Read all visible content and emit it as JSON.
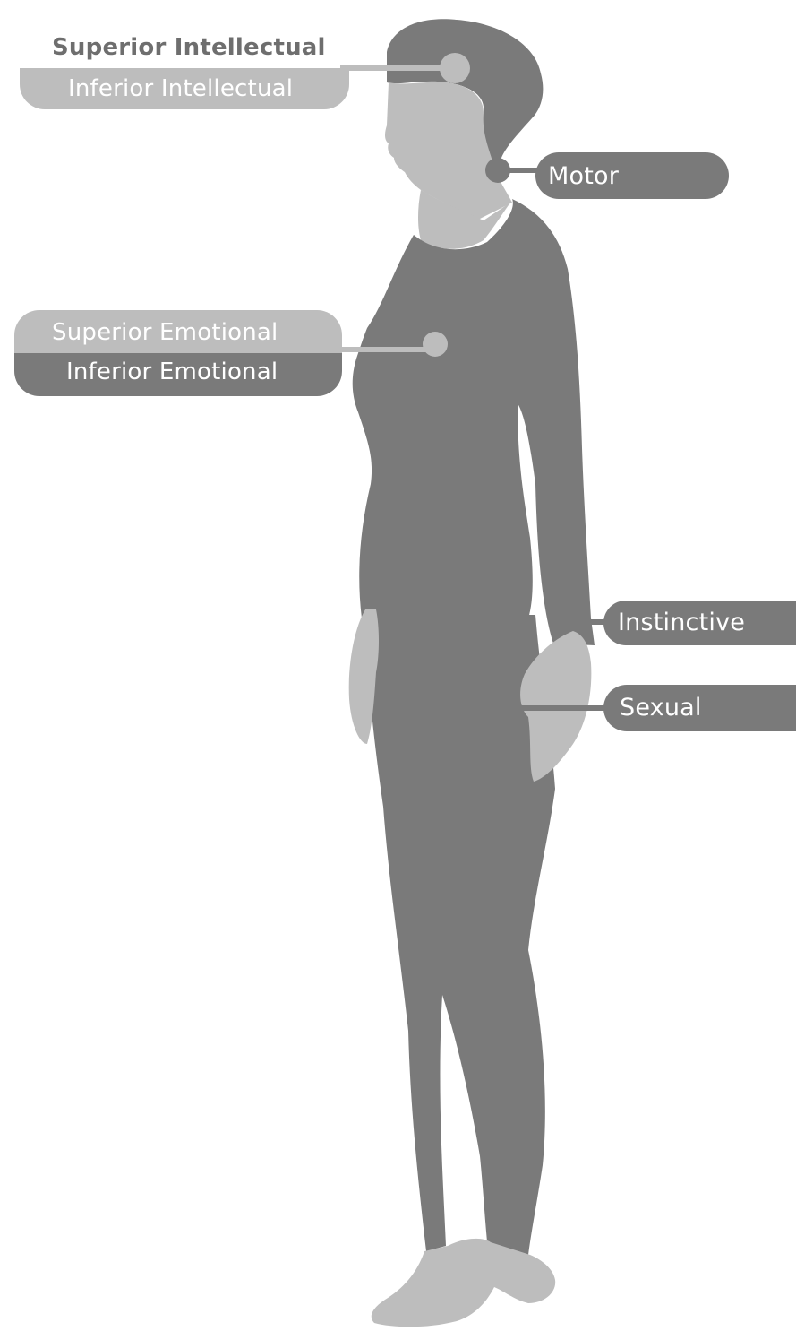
{
  "colors": {
    "background": "#ffffff",
    "body_dark": "#7a7a7a",
    "skin_light": "#bdbdbd",
    "label_dark_text": "#6e6e6e",
    "label_light_text": "#ffffff"
  },
  "labels": {
    "superior_intellectual": "Superior Intellectual",
    "inferior_intellectual": "Inferior Intellectual",
    "motor": "Motor",
    "superior_emotional": "Superior Emotional",
    "inferior_emotional": "Inferior Emotional",
    "instinctive": "Instinctive",
    "sexual": "Sexual"
  }
}
